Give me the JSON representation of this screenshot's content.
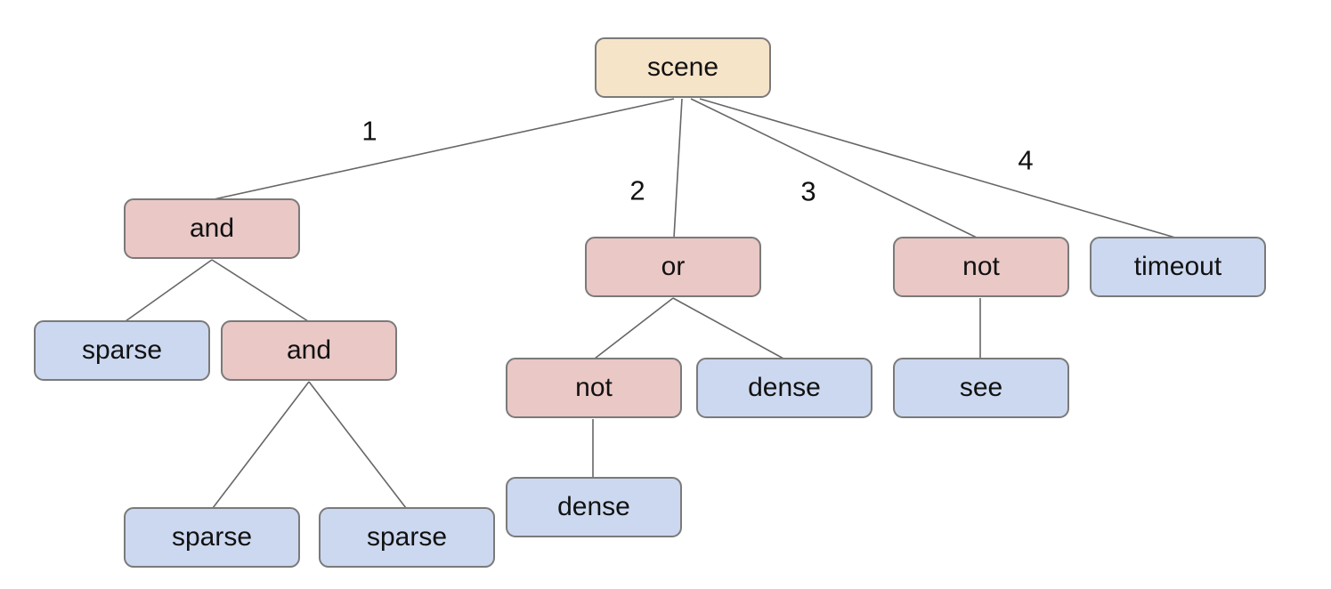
{
  "diagram": {
    "type": "tree",
    "palette": {
      "root_fill": "#f6e4c9",
      "operator_fill": "#e9c8c6",
      "leaf_fill": "#ccd8ef",
      "node_border": "#7a7a7a",
      "edge_color": "#666666",
      "text_color": "#111111",
      "background": "#ffffff"
    },
    "nodes": [
      {
        "id": "scene",
        "label": "scene",
        "kind": "root"
      },
      {
        "id": "and-1",
        "label": "and",
        "kind": "operator"
      },
      {
        "id": "or-2",
        "label": "or",
        "kind": "operator"
      },
      {
        "id": "not-3",
        "label": "not",
        "kind": "operator"
      },
      {
        "id": "timeout-4",
        "label": "timeout",
        "kind": "leaf"
      },
      {
        "id": "sparse-1-1",
        "label": "sparse",
        "kind": "leaf"
      },
      {
        "id": "and-1-2",
        "label": "and",
        "kind": "operator"
      },
      {
        "id": "not-2-1",
        "label": "not",
        "kind": "operator"
      },
      {
        "id": "dense-2-2",
        "label": "dense",
        "kind": "leaf"
      },
      {
        "id": "see-3-1",
        "label": "see",
        "kind": "leaf"
      },
      {
        "id": "sparse-1-2-1",
        "label": "sparse",
        "kind": "leaf"
      },
      {
        "id": "sparse-1-2-2",
        "label": "sparse",
        "kind": "leaf"
      },
      {
        "id": "dense-2-1-1",
        "label": "dense",
        "kind": "leaf"
      }
    ],
    "edges": [
      {
        "from": "scene",
        "to": "and-1",
        "label": "1"
      },
      {
        "from": "scene",
        "to": "or-2",
        "label": "2"
      },
      {
        "from": "scene",
        "to": "not-3",
        "label": "3"
      },
      {
        "from": "scene",
        "to": "timeout-4",
        "label": "4"
      },
      {
        "from": "and-1",
        "to": "sparse-1-1",
        "label": ""
      },
      {
        "from": "and-1",
        "to": "and-1-2",
        "label": ""
      },
      {
        "from": "and-1-2",
        "to": "sparse-1-2-1",
        "label": ""
      },
      {
        "from": "and-1-2",
        "to": "sparse-1-2-2",
        "label": ""
      },
      {
        "from": "or-2",
        "to": "not-2-1",
        "label": ""
      },
      {
        "from": "or-2",
        "to": "dense-2-2",
        "label": ""
      },
      {
        "from": "not-2-1",
        "to": "dense-2-1-1",
        "label": ""
      },
      {
        "from": "not-3",
        "to": "see-3-1",
        "label": ""
      }
    ]
  }
}
